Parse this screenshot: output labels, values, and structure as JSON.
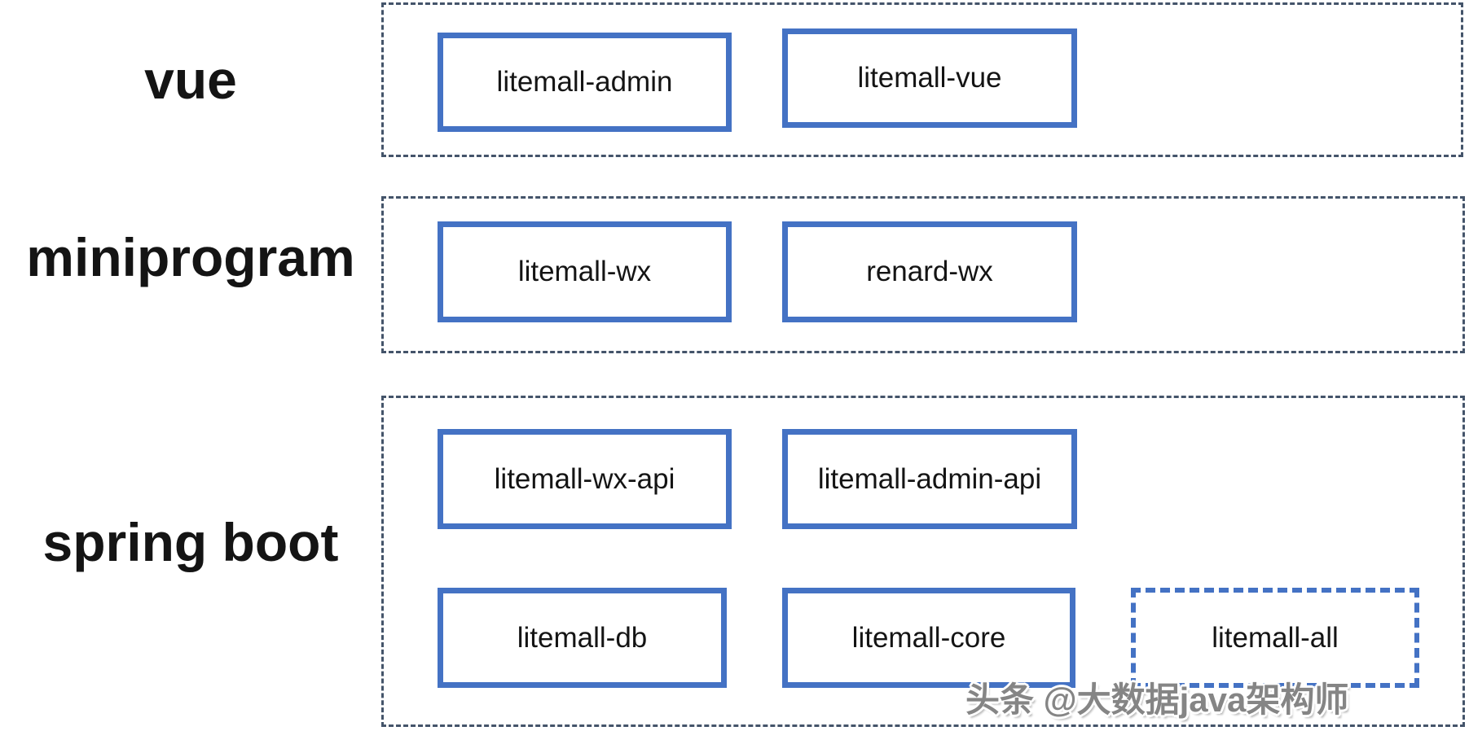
{
  "diagram": {
    "type": "architecture-grouping-diagram",
    "sections": [
      {
        "label": "vue",
        "boxes": [
          {
            "label": "litemall-admin",
            "style": "solid"
          },
          {
            "label": "litemall-vue",
            "style": "solid"
          }
        ]
      },
      {
        "label": "miniprogram",
        "boxes": [
          {
            "label": "litemall-wx",
            "style": "solid"
          },
          {
            "label": "renard-wx",
            "style": "solid"
          }
        ]
      },
      {
        "label": "spring boot",
        "boxes": [
          {
            "label": "litemall-wx-api",
            "style": "solid"
          },
          {
            "label": "litemall-admin-api",
            "style": "solid"
          },
          {
            "label": "litemall-db",
            "style": "solid"
          },
          {
            "label": "litemall-core",
            "style": "solid"
          },
          {
            "label": "litemall-all",
            "style": "dashed"
          }
        ]
      }
    ],
    "watermark": "头条 @大数据java架构师",
    "colors": {
      "module_box_border": "#4472C4",
      "group_container_border": "#44546A",
      "text": "#141414",
      "watermark_text": "#858585",
      "background": "#ffffff"
    }
  }
}
